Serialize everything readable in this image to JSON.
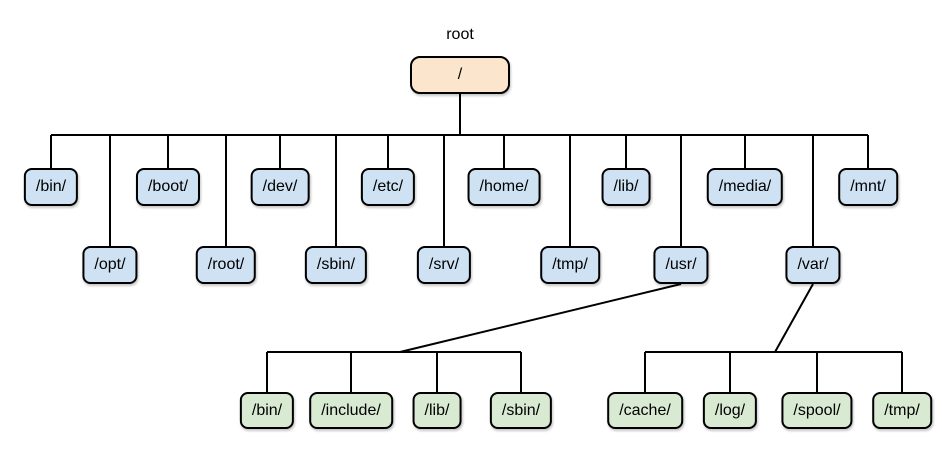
{
  "colors": {
    "root_fill": "#FCE5CD",
    "dir_fill": "#CFE2F3",
    "subdir_fill": "#D9EAD3",
    "line": "#000000",
    "text": "#000000",
    "background": "#FFFFFF"
  },
  "root": {
    "caption": "root",
    "label": "/"
  },
  "top_dirs": [
    {
      "label": "/bin/"
    },
    {
      "label": "/opt/"
    },
    {
      "label": "/boot/"
    },
    {
      "label": "/root/"
    },
    {
      "label": "/dev/"
    },
    {
      "label": "/sbin/"
    },
    {
      "label": "/etc/"
    },
    {
      "label": "/srv/"
    },
    {
      "label": "/home/"
    },
    {
      "label": "/tmp/"
    },
    {
      "label": "/lib/"
    },
    {
      "label": "/usr/"
    },
    {
      "label": "/media/"
    },
    {
      "label": "/var/"
    },
    {
      "label": "/mnt/"
    }
  ],
  "usr_subdirs": [
    {
      "label": "/bin/"
    },
    {
      "label": "/include/"
    },
    {
      "label": "/lib/"
    },
    {
      "label": "/sbin/"
    }
  ],
  "var_subdirs": [
    {
      "label": "/cache/"
    },
    {
      "label": "/log/"
    },
    {
      "label": "/spool/"
    },
    {
      "label": "/tmp/"
    }
  ]
}
